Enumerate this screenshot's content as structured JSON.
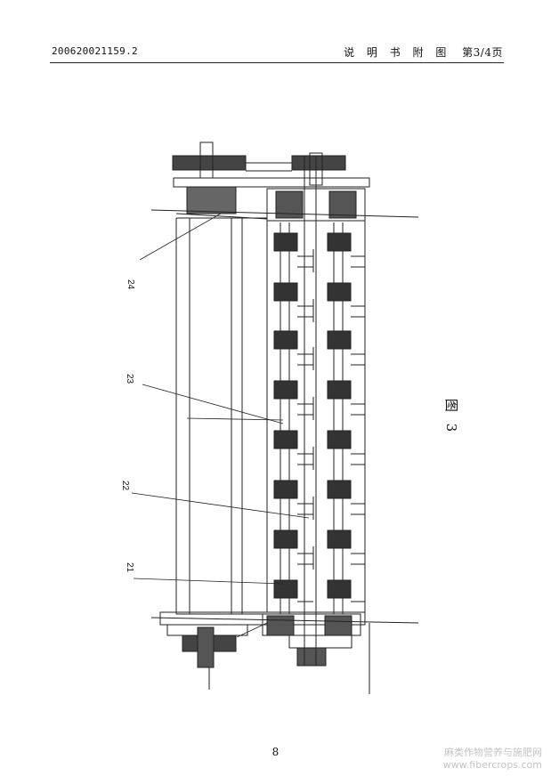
{
  "header": {
    "patent_number": "200620021159.2",
    "section": "说 明 书 附 图",
    "page_of": "第3/4页"
  },
  "figure": {
    "caption": "图 3",
    "callouts": [
      {
        "id": "c24",
        "label": "24"
      },
      {
        "id": "c23",
        "label": "23"
      },
      {
        "id": "c22",
        "label": "22"
      },
      {
        "id": "c21",
        "label": "21"
      }
    ]
  },
  "footer": {
    "page_number": "8"
  },
  "watermark": {
    "line1": "麻类作物营养与施肥网",
    "line2": "www.fibercrops.com"
  }
}
